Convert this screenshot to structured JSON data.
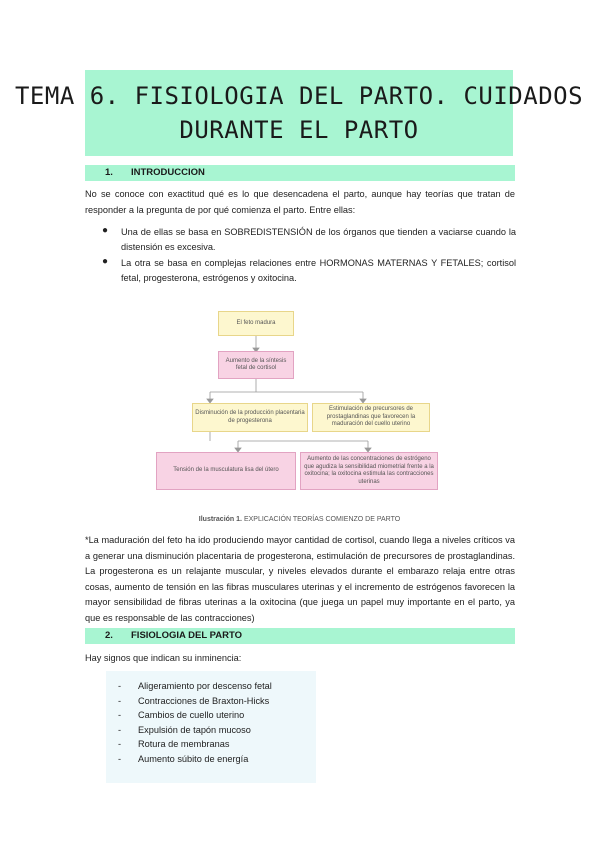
{
  "title": {
    "line1": "TEMA 6. FISIOLOGIA DEL PARTO. CUIDADOS",
    "line2": "DURANTE EL PARTO"
  },
  "section1": {
    "number": "1.",
    "heading": "INTRODUCCION",
    "intro": "No se conoce con exactitud qué es lo que desencadena el parto, aunque hay teorías que tratan de responder a la pregunta de por qué comienza el parto. Entre ellas:",
    "bullets": [
      "Una de ellas se basa en SOBREDISTENSIÓN de los órganos que tienden a vaciarse cuando la distensión es excesiva.",
      "La otra se basa en complejas relaciones entre HORMONAS MATERNAS Y FETALES; cortisol fetal, progesterona, estrógenos y oxitocina."
    ],
    "bullet_symbol": "●"
  },
  "diagram": {
    "box1": "El feto madura",
    "box2": "Aumento de la síntesis fetal de cortisol",
    "box3": "Disminución de la producción placentaria de progesterona",
    "box4": "Estimulación de precursores de prostaglandinas que favorecen la maduración del cuello uterino",
    "box5": "Tensión de la musculatura lisa del útero",
    "box6": "Aumento de las concentraciones de estrógeno que agudiza la sensibilidad miometrial frente a la oxitocina; la oxitocina estimula las contracciones uterinas"
  },
  "caption": {
    "label": "Ilustración 1.",
    "text": "EXPLICACIÓN TEORÍAS COMIENZO DE PARTO"
  },
  "explanation": "*La maduración del feto ha ido produciendo mayor cantidad de cortisol, cuando llega a niveles críticos va a generar una disminución placentaria de progesterona, estimulación de precursores de prostaglandinas. La progesterona es un relajante muscular, y niveles elevados durante el embarazo relaja entre otras cosas, aumento de tensión en las fibras musculares uterinas y el incremento de estrógenos favorecen la mayor sensibilidad de fibras uterinas a la oxitocina (que juega un papel muy importante en el parto, ya que es responsable de las contracciones)",
  "section2": {
    "number": "2.",
    "heading": "FISIOLOGIA DEL PARTO",
    "intro": "Hay signos que indican su inminencia:",
    "dash": "-",
    "signs": [
      "Aligeramiento por descenso fetal",
      "Contracciones de Braxton-Hicks",
      "Cambios de cuello uterino",
      "Expulsión de tapón mucoso",
      "Rotura de membranas",
      "Aumento súbito de energía"
    ]
  }
}
